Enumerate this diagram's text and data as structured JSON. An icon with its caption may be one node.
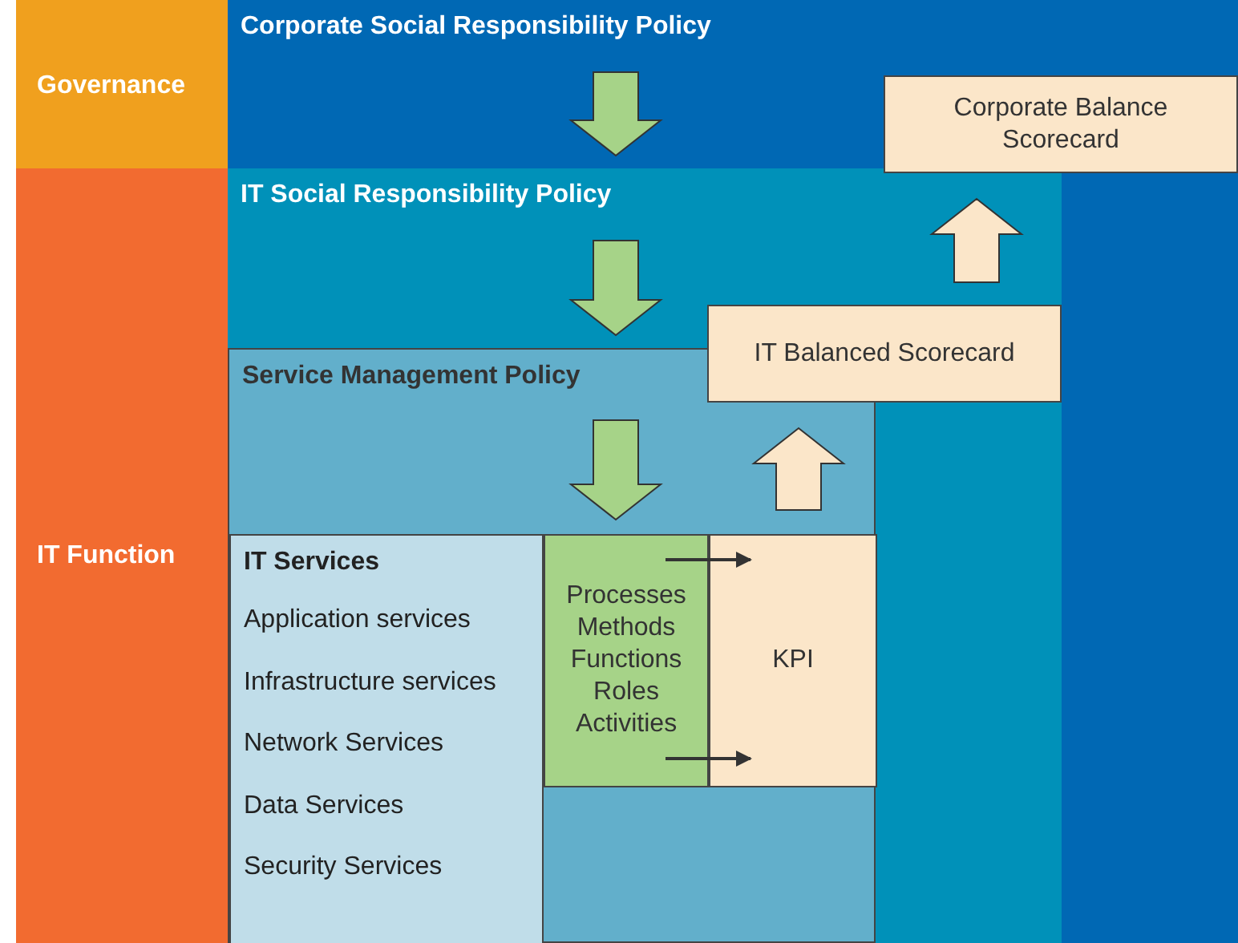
{
  "diagram": {
    "nodes": [
      {
        "text": [
          "Governance"
        ]
      },
      {
        "text": [
          "IT Function"
        ]
      },
      {
        "text": [
          "Corporate Social Responsibility Policy"
        ]
      },
      {
        "text": [
          "IT Social Responsibility Policy"
        ],
        "in": 2
      },
      {
        "text": [
          "Service Management Policy"
        ],
        "in": 3
      },
      {
        "text": [
          "IT Services",
          "Application services",
          "Infrastructure services",
          "Network Services",
          "Data Services",
          "Security Services"
        ],
        "in": 4
      },
      {
        "text": [
          "Processes",
          "Methods",
          "Functions",
          "Roles",
          "Activities"
        ],
        "in": 4
      },
      {
        "text": [
          "KPI"
        ],
        "in": 4
      },
      {
        "text": [
          "IT Balanced Scorecard"
        ],
        "in": 3
      },
      {
        "text": [
          "Corporate Balance Scorecard"
        ],
        "in": 2
      }
    ],
    "edges": [
      {
        "from": 2,
        "to": 3,
        "arrow": "to",
        "style": "thick"
      },
      {
        "from": 3,
        "to": 4,
        "arrow": "to",
        "style": "thick"
      },
      {
        "from": 4,
        "to": 5,
        "arrow": "to",
        "style": "thick"
      },
      {
        "from": 7,
        "to": 8,
        "arrow": "to",
        "style": "thick",
        "color": "#fbe6c9"
      },
      {
        "from": 8,
        "to": 9,
        "arrow": "to",
        "style": "thick",
        "color": "#fbe6c9"
      },
      {
        "from": 6,
        "to": 7,
        "arrow": "to"
      },
      {
        "from": 6,
        "to": 7,
        "arrow": "to"
      }
    ]
  }
}
